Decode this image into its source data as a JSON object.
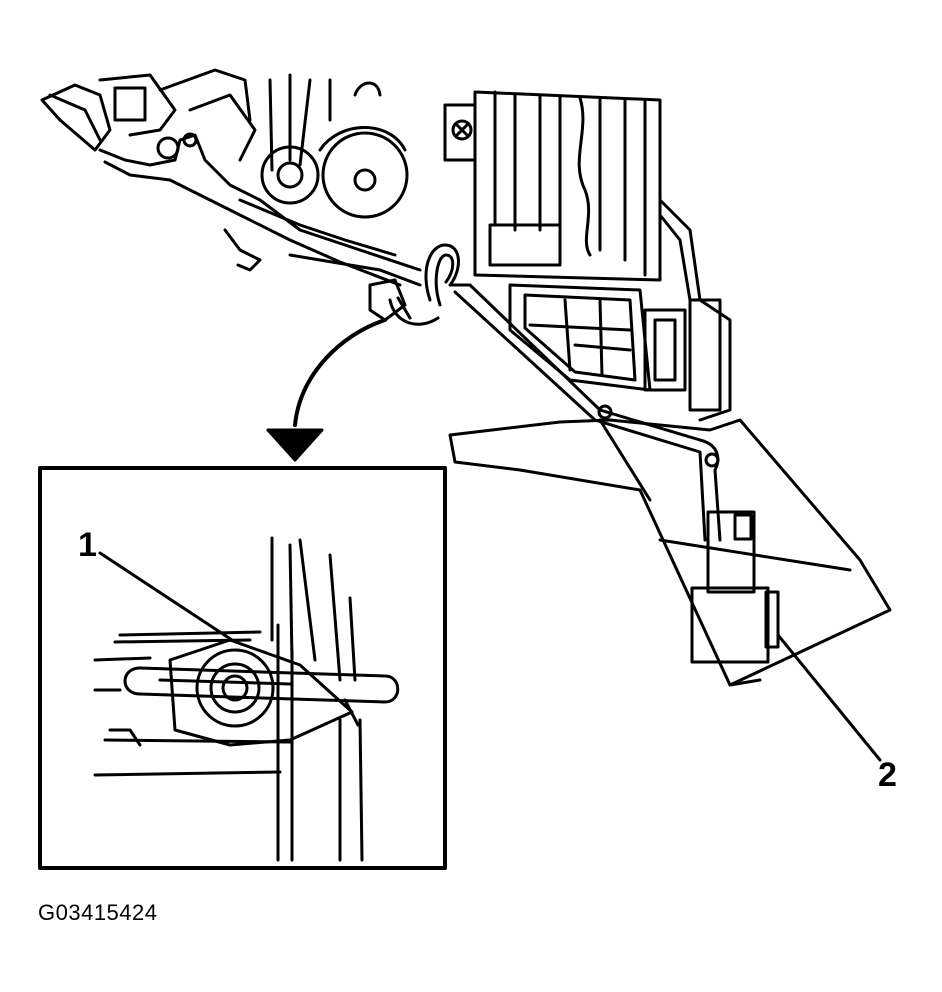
{
  "diagram": {
    "callouts": [
      {
        "label": "1"
      },
      {
        "label": "2"
      }
    ],
    "figure_id": "G03415424"
  }
}
